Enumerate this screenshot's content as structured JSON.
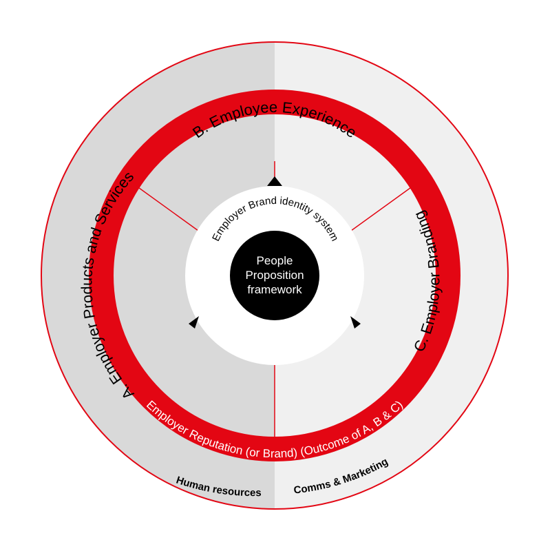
{
  "center": {
    "line1": "People",
    "line2": "Proposition",
    "line3": "framework"
  },
  "inner_ring_label": "Employer Brand identity system",
  "segments": {
    "a": "A. Employer Products and Services",
    "b": "B. Employee Experience",
    "c": "C. Employer Branding"
  },
  "red_ring_label": "Employer Reputation (or Brand) (Outcome of A, B & C)",
  "bottom_labels": {
    "left": "Human resources",
    "right": "Comms & Marketing"
  },
  "colors": {
    "red": "#e30613",
    "dark_grey": "#d9d9d9",
    "light_grey": "#f0f0f0",
    "black": "#000000",
    "white": "#ffffff"
  }
}
